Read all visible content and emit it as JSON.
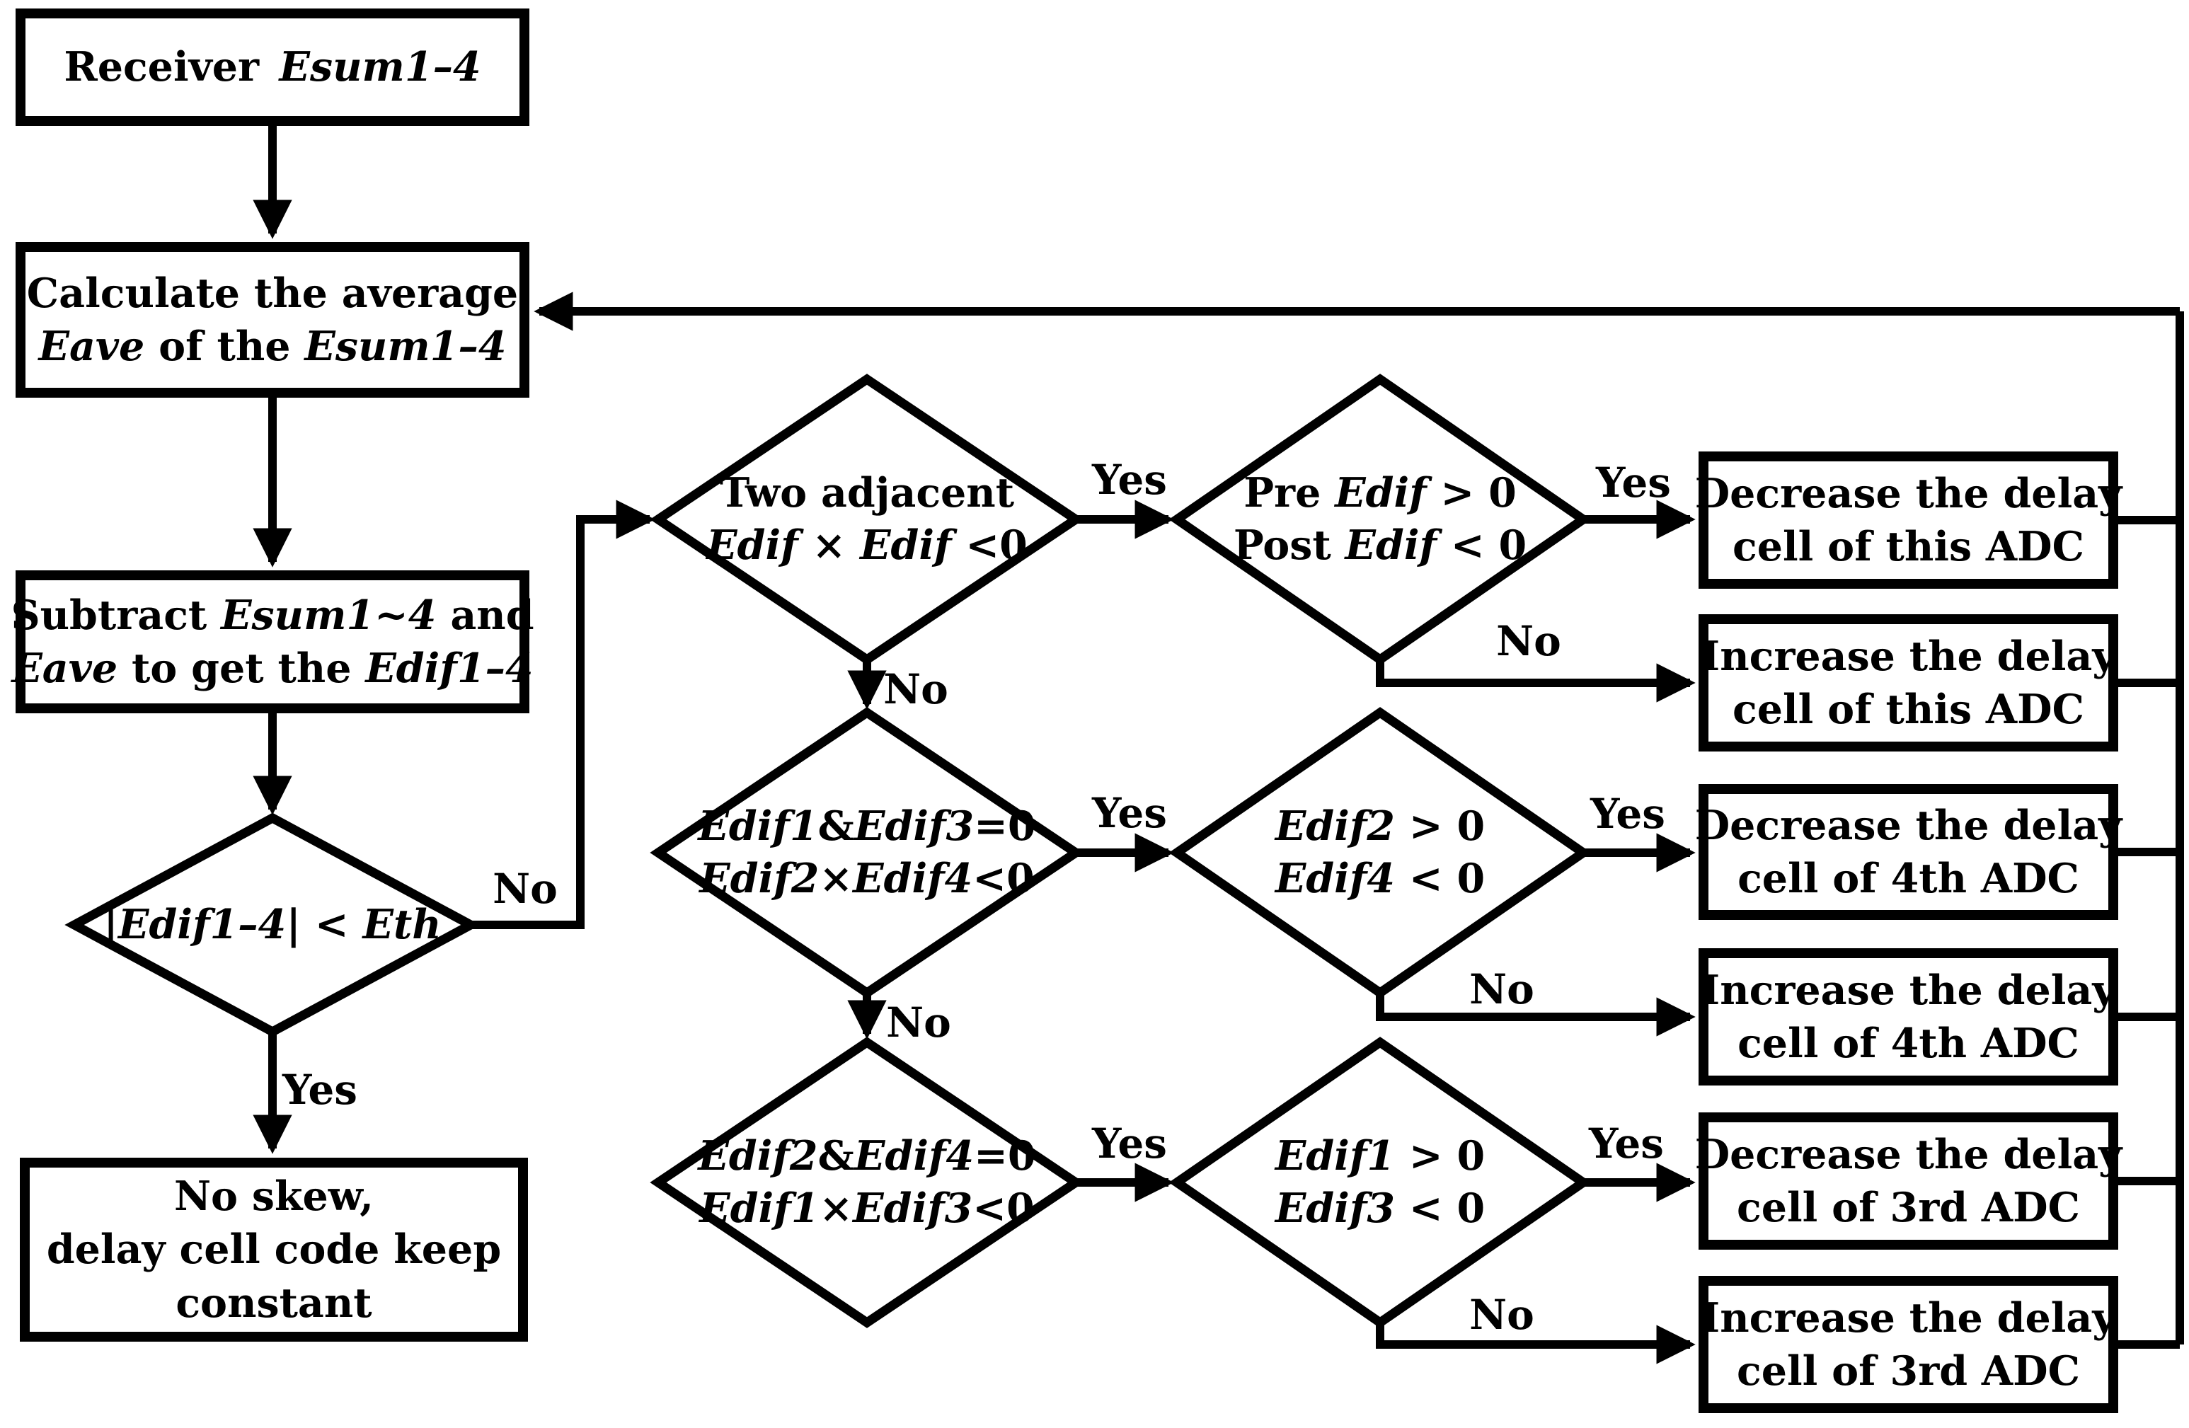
{
  "labels": {
    "yes": "Yes",
    "no": "No"
  },
  "colors": {
    "ink": "#000000",
    "background": "#ffffff"
  },
  "nodes": {
    "receiver": {
      "lines": [
        [
          {
            "t": "Receiver "
          },
          {
            "t": "Esum1–4",
            "i": 1
          }
        ]
      ]
    },
    "calc_average": {
      "lines": [
        [
          {
            "t": "Calculate the average"
          }
        ],
        [
          {
            "t": "Eave",
            "i": 1
          },
          {
            "t": " of the "
          },
          {
            "t": "Esum1–4",
            "i": 1
          }
        ]
      ]
    },
    "subtract": {
      "lines": [
        [
          {
            "t": "Subtract "
          },
          {
            "t": "Esum1~4",
            "i": 1
          },
          {
            "t": " and"
          }
        ],
        [
          {
            "t": "Eave",
            "i": 1
          },
          {
            "t": " to get the "
          },
          {
            "t": "Edif1–4",
            "i": 1
          }
        ]
      ]
    },
    "threshold_check": {
      "lines": [
        [
          {
            "t": "|"
          },
          {
            "t": "Edif1–4",
            "i": 1
          },
          {
            "t": "| < "
          },
          {
            "t": "Eth",
            "i": 1
          }
        ]
      ]
    },
    "no_skew": {
      "lines": [
        [
          {
            "t": "No skew,"
          }
        ],
        [
          {
            "t": "delay cell code keep"
          }
        ],
        [
          {
            "t": "constant"
          }
        ]
      ]
    },
    "adjacent_check": {
      "lines": [
        [
          {
            "t": "Two adjacent"
          }
        ],
        [
          {
            "t": "Edif",
            "i": 1
          },
          {
            "t": " × "
          },
          {
            "t": "Edif",
            "i": 1
          },
          {
            "t": " <0"
          }
        ]
      ]
    },
    "edif13_check": {
      "lines": [
        [
          {
            "t": "Edif1",
            "i": 1
          },
          {
            "t": "&"
          },
          {
            "t": "Edif3",
            "i": 1
          },
          {
            "t": "=0"
          }
        ],
        [
          {
            "t": "Edif2",
            "i": 1
          },
          {
            "t": "×"
          },
          {
            "t": "Edif4",
            "i": 1
          },
          {
            "t": "<0"
          }
        ]
      ]
    },
    "edif24_check": {
      "lines": [
        [
          {
            "t": "Edif2",
            "i": 1
          },
          {
            "t": "&"
          },
          {
            "t": "Edif4",
            "i": 1
          },
          {
            "t": "=0"
          }
        ],
        [
          {
            "t": "Edif1",
            "i": 1
          },
          {
            "t": "×"
          },
          {
            "t": "Edif3",
            "i": 1
          },
          {
            "t": "<0"
          }
        ]
      ]
    },
    "prepost_check": {
      "lines": [
        [
          {
            "t": "Pre "
          },
          {
            "t": "Edif",
            "i": 1
          },
          {
            "t": " > 0"
          }
        ],
        [
          {
            "t": "Post "
          },
          {
            "t": "Edif",
            "i": 1
          },
          {
            "t": " < 0"
          }
        ]
      ]
    },
    "edif2_check": {
      "lines": [
        [
          {
            "t": "Edif2",
            "i": 1
          },
          {
            "t": " > 0"
          }
        ],
        [
          {
            "t": "Edif4",
            "i": 1
          },
          {
            "t": " < 0"
          }
        ]
      ]
    },
    "edif1_check": {
      "lines": [
        [
          {
            "t": "Edif1",
            "i": 1
          },
          {
            "t": " > 0"
          }
        ],
        [
          {
            "t": "Edif3",
            "i": 1
          },
          {
            "t": " < 0"
          }
        ]
      ]
    },
    "decrease_this": {
      "lines": [
        [
          {
            "t": "Decrease the delay"
          }
        ],
        [
          {
            "t": "cell of this ADC"
          }
        ]
      ]
    },
    "increase_this": {
      "lines": [
        [
          {
            "t": "Increase the delay"
          }
        ],
        [
          {
            "t": "cell of this ADC"
          }
        ]
      ]
    },
    "decrease_4th": {
      "lines": [
        [
          {
            "t": "Decrease the delay"
          }
        ],
        [
          {
            "t": "cell of 4th ADC"
          }
        ]
      ]
    },
    "increase_4th": {
      "lines": [
        [
          {
            "t": "Increase the delay"
          }
        ],
        [
          {
            "t": "cell of 4th ADC"
          }
        ]
      ]
    },
    "decrease_3rd": {
      "lines": [
        [
          {
            "t": "Decrease the delay"
          }
        ],
        [
          {
            "t": "cell of 3rd ADC"
          }
        ]
      ]
    },
    "increase_3rd": {
      "lines": [
        [
          {
            "t": "Increase the delay"
          }
        ],
        [
          {
            "t": "cell of 3rd ADC"
          }
        ]
      ]
    }
  }
}
